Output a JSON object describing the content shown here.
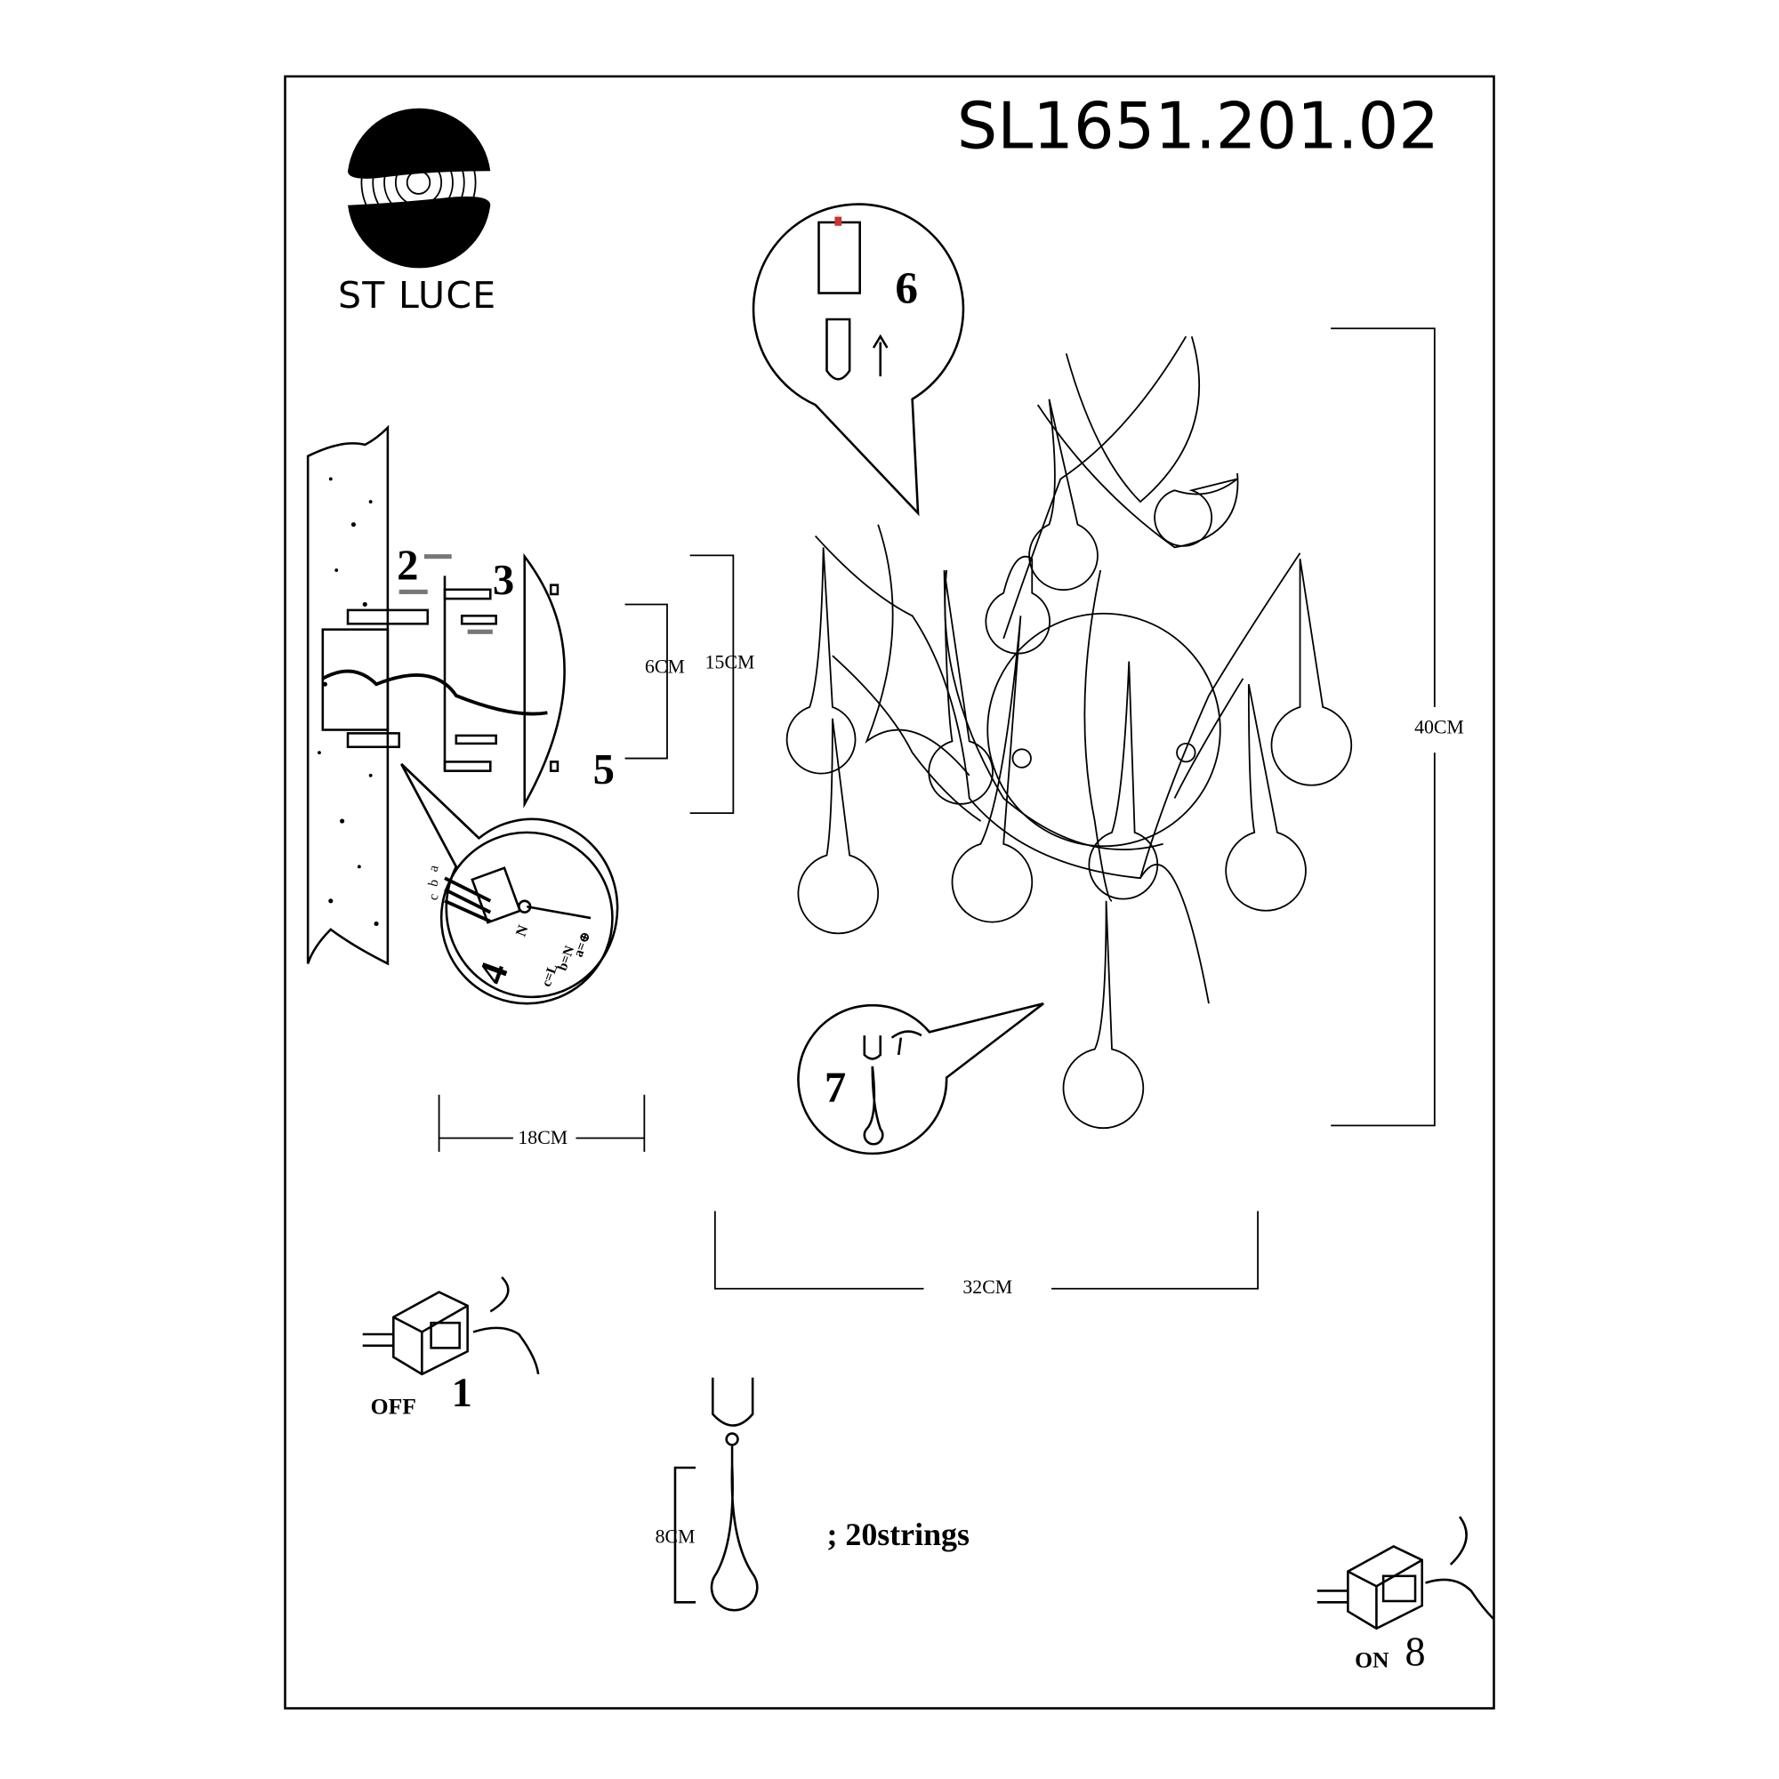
{
  "header": {
    "model": "SL1651.201.02",
    "brand": "ST LUCE"
  },
  "colors": {
    "ink": "#000000",
    "background": "#ffffff",
    "arrow_gray": "#777777"
  },
  "steps": {
    "s1": "1",
    "s1_label": "OFF",
    "s2": "2",
    "s3": "3",
    "s4": "4",
    "s5": "5",
    "s6": "6",
    "s7": "7",
    "s8": "8",
    "s8_label": "ON"
  },
  "wiring": {
    "a": "a",
    "b": "b",
    "c": "c",
    "n": "N",
    "l": "L",
    "legend_a": "a=⊕",
    "legend_b": "b=N",
    "legend_c": "c=L"
  },
  "dimensions": {
    "mount_small": "6CM",
    "mount_large": "15CM",
    "height": "40CM",
    "depth": "18CM",
    "width": "32CM",
    "drop": "8CM"
  },
  "strings_note": "; 20strings"
}
